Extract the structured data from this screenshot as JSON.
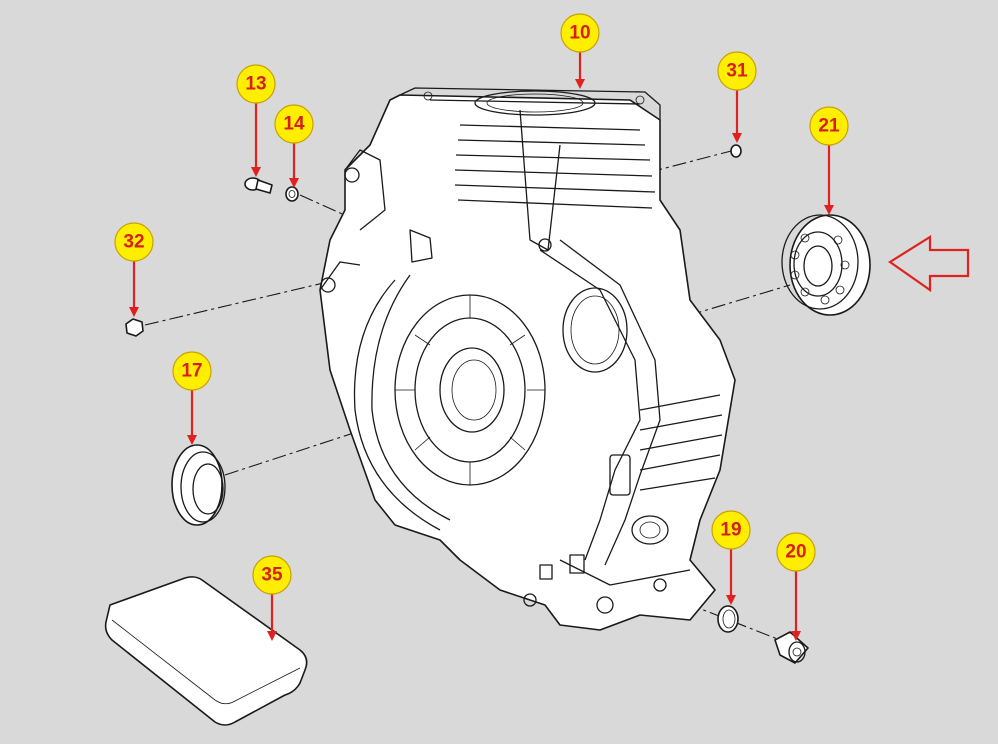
{
  "diagram": {
    "callouts": [
      {
        "id": "10",
        "label": "10"
      },
      {
        "id": "13",
        "label": "13"
      },
      {
        "id": "14",
        "label": "14"
      },
      {
        "id": "17",
        "label": "17"
      },
      {
        "id": "19",
        "label": "19"
      },
      {
        "id": "20",
        "label": "20"
      },
      {
        "id": "21",
        "label": "21"
      },
      {
        "id": "31",
        "label": "31"
      },
      {
        "id": "32",
        "label": "32"
      },
      {
        "id": "35",
        "label": "35"
      }
    ],
    "colors": {
      "background": "#d9d9d9",
      "callout_fill": "#ffee00",
      "callout_text": "#d81e1a",
      "leader": "#e0211f"
    }
  }
}
